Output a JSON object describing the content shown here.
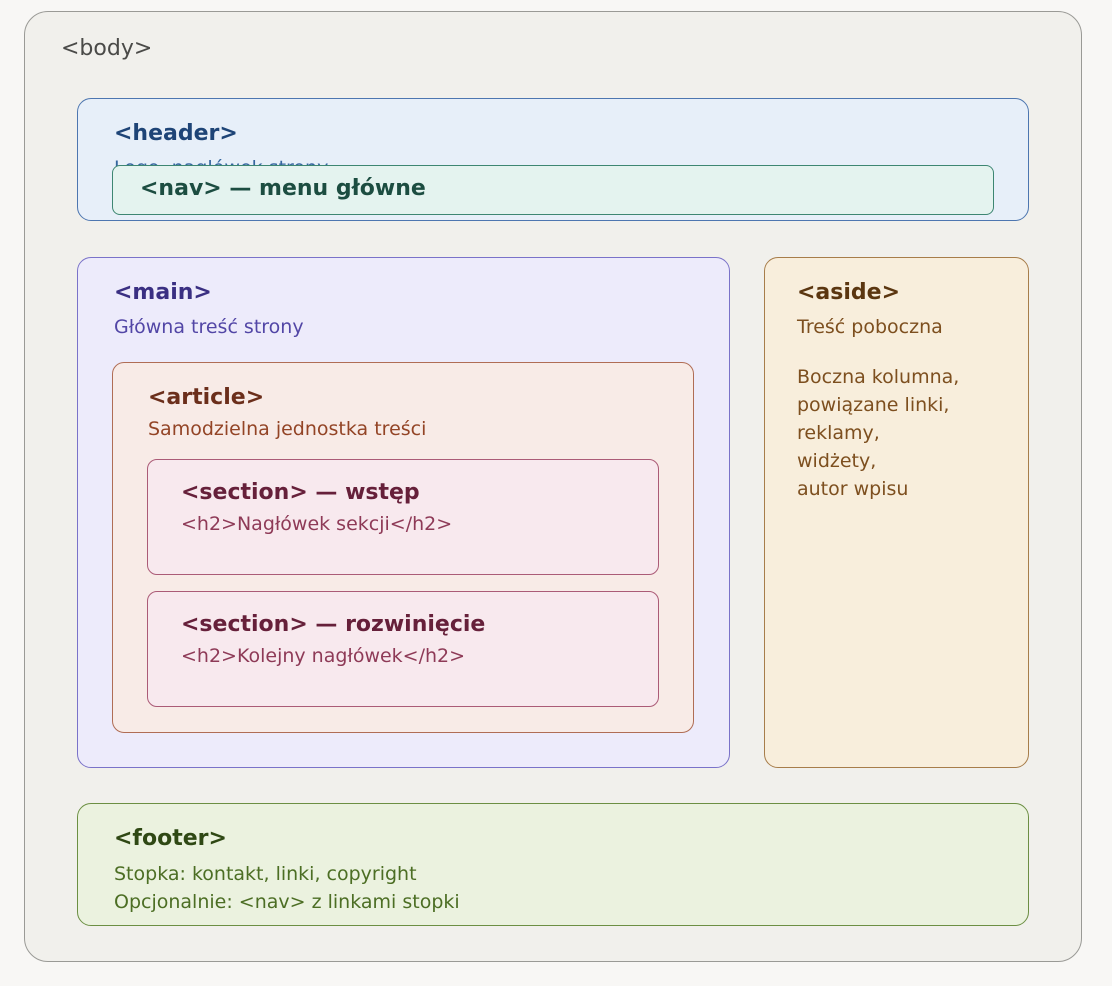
{
  "body": {
    "label": "<body>"
  },
  "header": {
    "title": "<header>",
    "subtitle": "Logo, nagłówek strony"
  },
  "nav": {
    "title": "<nav> — menu główne"
  },
  "main": {
    "title": "<main>",
    "subtitle": "Główna treść strony"
  },
  "article": {
    "title": "<article>",
    "subtitle": "Samodzielna jednostka treści"
  },
  "sections": [
    {
      "title": "<section> — wstęp",
      "subtitle": "<h2>Nagłówek sekcji</h2>"
    },
    {
      "title": "<section> — rozwinięcie",
      "subtitle": "<h2>Kolejny nagłówek</h2>"
    }
  ],
  "aside": {
    "title": "<aside>",
    "subtitle": "Treść poboczna",
    "lines": [
      "Boczna kolumna,",
      "powiązane linki,",
      "reklamy,",
      "widżety,",
      "autor wpisu"
    ]
  },
  "footer": {
    "title": "<footer>",
    "lines": [
      "Stopka: kontakt, linki, copyright",
      "Opcjonalnie: <nav> z linkami stopki"
    ]
  }
}
